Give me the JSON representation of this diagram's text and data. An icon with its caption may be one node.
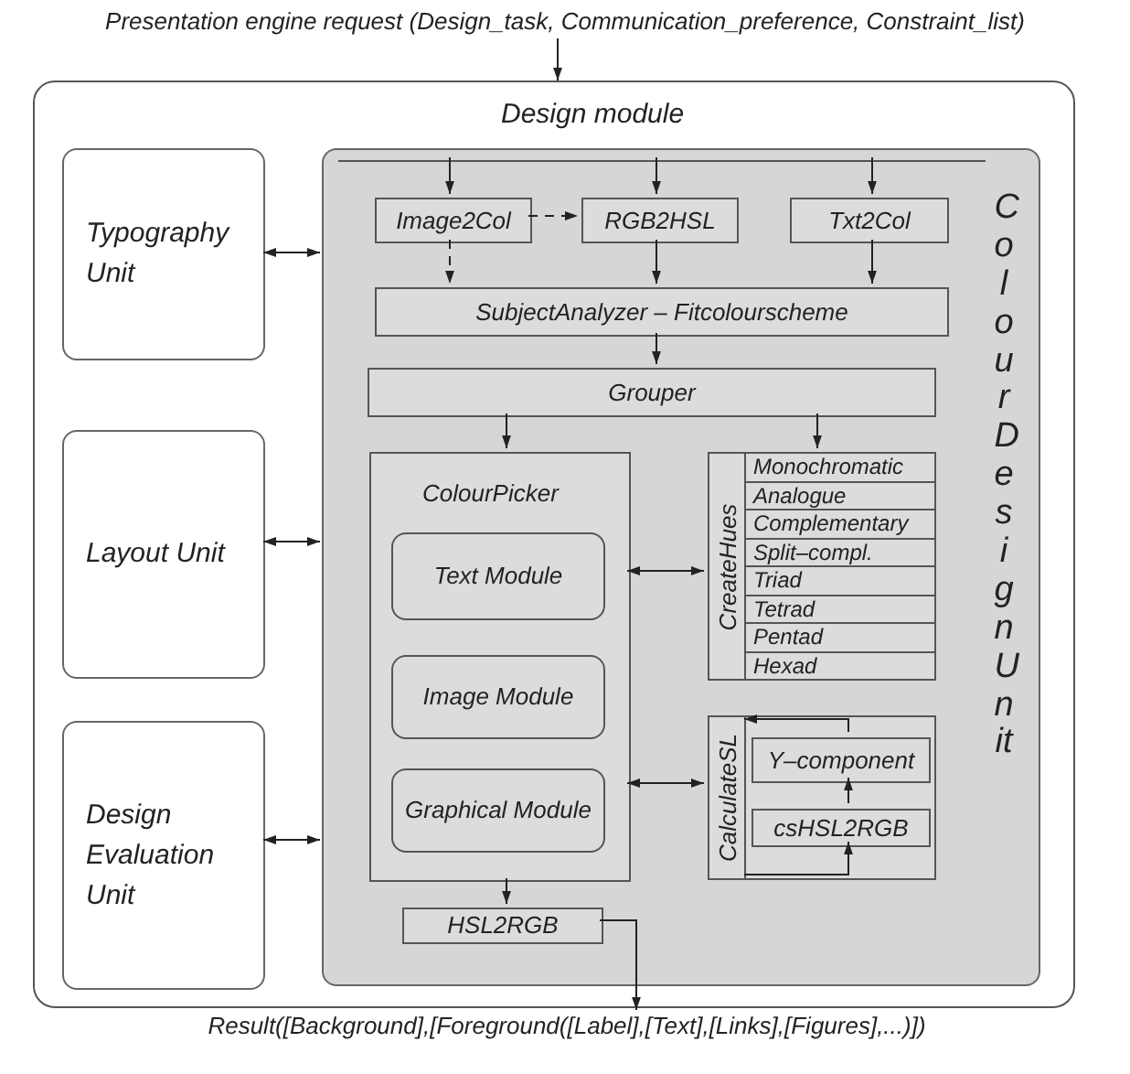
{
  "diagram": {
    "nodes": [
      {
        "text": [
          "Presentation engine request (Design_task,  Communication_preference,  Constraint_list)"
        ]
      },
      {
        "text": [
          "Design module"
        ]
      },
      {
        "text": [
          "Typography Unit"
        ],
        "in": 1
      },
      {
        "text": [
          "Layout Unit"
        ],
        "in": 1
      },
      {
        "text": [
          "Design Evaluation Unit"
        ],
        "in": 1
      },
      {
        "text": [
          "Colour Design Unit"
        ],
        "in": 1
      },
      {
        "text": [
          "Image2Col"
        ],
        "in": 5
      },
      {
        "text": [
          "RGB2HSL"
        ],
        "in": 5
      },
      {
        "text": [
          "Txt2Col"
        ],
        "in": 5
      },
      {
        "text": [
          "SubjectAnalyzer – Fitcolourscheme"
        ],
        "in": 5
      },
      {
        "text": [
          "Grouper"
        ],
        "in": 5
      },
      {
        "text": [
          "ColourPicker"
        ],
        "in": 5
      },
      {
        "text": [
          "Text Module"
        ],
        "in": 11
      },
      {
        "text": [
          "Image Module"
        ],
        "in": 11
      },
      {
        "text": [
          "Graphical Module"
        ],
        "in": 11
      },
      {
        "text": [
          "CreateHues",
          "Monochromatic",
          "Analogue",
          "Complementary",
          "Split–compl.",
          "Triad",
          "Tetrad",
          "Pentad",
          "Hexad"
        ],
        "in": 5
      },
      {
        "text": [
          "CalculateSL"
        ],
        "in": 5
      },
      {
        "text": [
          "Y–component"
        ],
        "in": 16
      },
      {
        "text": [
          "csHSL2RGB"
        ],
        "in": 16
      },
      {
        "text": [
          "HSL2RGB"
        ],
        "in": 5
      },
      {
        "text": [
          "Result([Background],[Foreground([Label],[Text],[Links],[Figures],...)])"
        ]
      }
    ],
    "edges": [
      {
        "from": 0,
        "to": 1,
        "arrow": "to"
      },
      {
        "from": null,
        "to": 6,
        "arrow": "to"
      },
      {
        "from": null,
        "to": 7,
        "arrow": "to"
      },
      {
        "from": null,
        "to": 8,
        "arrow": "to"
      },
      {
        "from": 6,
        "to": 7,
        "arrow": "to",
        "style": "dashed"
      },
      {
        "from": 6,
        "to": 9,
        "arrow": "to",
        "style": "dashed"
      },
      {
        "from": 7,
        "to": 9,
        "arrow": "to"
      },
      {
        "from": 8,
        "to": 9,
        "arrow": "to"
      },
      {
        "from": 9,
        "to": 10,
        "arrow": "to"
      },
      {
        "from": 10,
        "to": 11,
        "arrow": "to"
      },
      {
        "from": 10,
        "to": 15,
        "arrow": "to"
      },
      {
        "from": 11,
        "to": 15,
        "arrow": "both"
      },
      {
        "from": 11,
        "to": 16,
        "arrow": "both"
      },
      {
        "from": 11,
        "to": 19,
        "arrow": "to"
      },
      {
        "from": 19,
        "to": 20,
        "arrow": "to"
      },
      {
        "from": 2,
        "to": 5,
        "arrow": "both"
      },
      {
        "from": 3,
        "to": 5,
        "arrow": "both"
      },
      {
        "from": 4,
        "to": 5,
        "arrow": "both"
      },
      {
        "from": 18,
        "to": 17,
        "arrow": "to"
      },
      {
        "from": 16,
        "to": 18,
        "arrow": "to"
      },
      {
        "from": 17,
        "to": 16,
        "arrow": "to"
      }
    ]
  }
}
